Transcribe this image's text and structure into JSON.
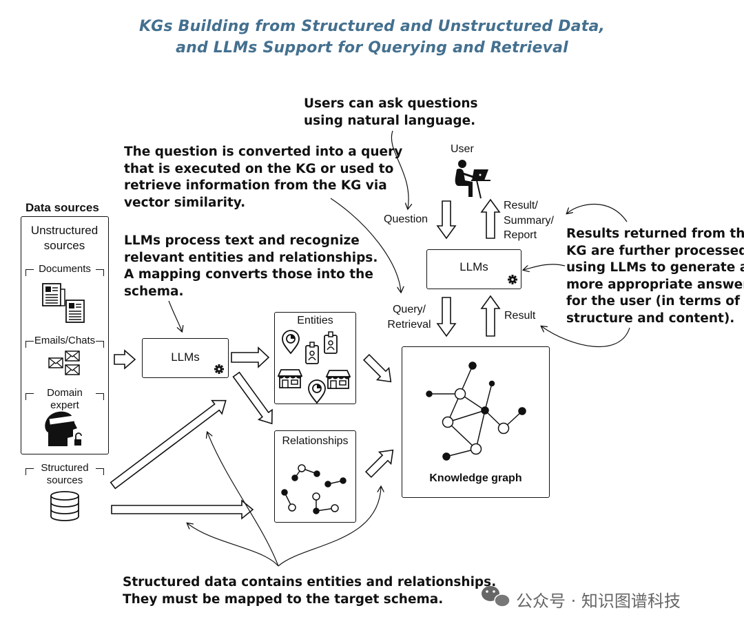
{
  "title": {
    "line1": "KGs Building from Structured and Unstructured Data,",
    "line2": "and LLMs Support for Querying and Retrieval"
  },
  "annotations": {
    "users_ask": "Users can ask questions\nusing natural language.",
    "question_converted": "The question is converted into a query\nthat is executed on the KG or used to\nretrieve information from the KG via\nvector similarity.",
    "llms_process": "LLMs process text and recognize\nrelevant entities and relationships.\nA mapping converts those into the\nschema.",
    "results_returned": "Results returned from the\nKG are further processed\nusing LLMs to generate a\nmore appropriate answer\nfor the user (in terms of\nstructure and content).",
    "structured_data": "Structured data contains entities and relationships.\nThey must be mapped to the target schema."
  },
  "data_sources": {
    "heading": "Data sources",
    "unstructured": "Unstructured\nsources",
    "documents": "Documents",
    "emails": "Emails/Chats",
    "domain_expert": "Domain\nexpert",
    "structured": "Structured\nsources"
  },
  "nodes": {
    "llms_left": "LLMs",
    "llms_top": "LLMs",
    "entities": "Entities",
    "relationships": "Relationships",
    "knowledge_graph": "Knowledge graph",
    "user": "User"
  },
  "flow_labels": {
    "question": "Question",
    "result_summary": "Result/\nSummary/\nReport",
    "query_retrieval": "Query/\nRetrieval",
    "result": "Result"
  },
  "watermark": "公众号 · 知识图谱科技",
  "icons": [
    "document-icon",
    "email-icon",
    "expert-head-icon",
    "database-icon",
    "user-laptop-icon",
    "gear-icon",
    "map-pin-icon",
    "id-badge-icon",
    "shop-icon",
    "wechat-icon"
  ]
}
